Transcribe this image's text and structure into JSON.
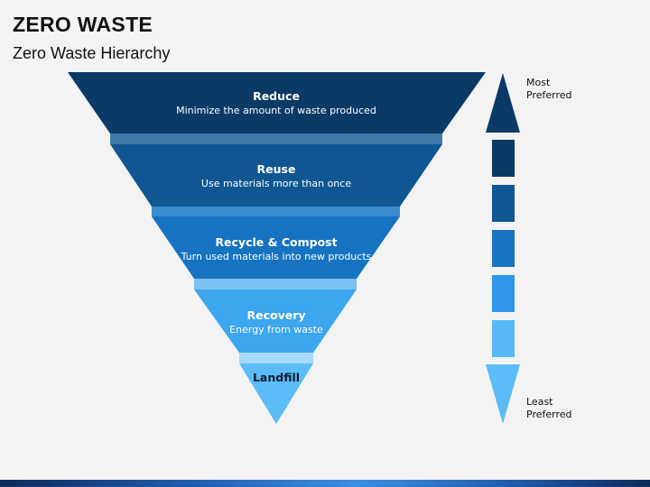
{
  "header": {
    "title": "ZERO WASTE",
    "subtitle": "Zero Waste Hierarchy"
  },
  "hierarchy": [
    {
      "name": "Reduce",
      "description": "Minimize the amount of waste produced",
      "color": "#0b3a66"
    },
    {
      "name": "Reuse",
      "description": "Use materials more than once",
      "color": "#0f5692"
    },
    {
      "name": "Recycle & Compost",
      "description": "Turn used materials into new products",
      "color": "#1673c1"
    },
    {
      "name": "Recovery",
      "description": "Energy from waste",
      "color": "#3ca6ef"
    },
    {
      "name": "Landfill",
      "description": "",
      "color": "#5bbcf7"
    }
  ],
  "scale": {
    "top_label_line1": "Most",
    "top_label_line2": "Preferred",
    "bottom_label_line1": "Least",
    "bottom_label_line2": "Preferred",
    "colors": [
      "#0b3a66",
      "#0b3a66",
      "#0f5692",
      "#1673c1",
      "#3196ea",
      "#58b8f5",
      "#5bbcf7"
    ]
  }
}
